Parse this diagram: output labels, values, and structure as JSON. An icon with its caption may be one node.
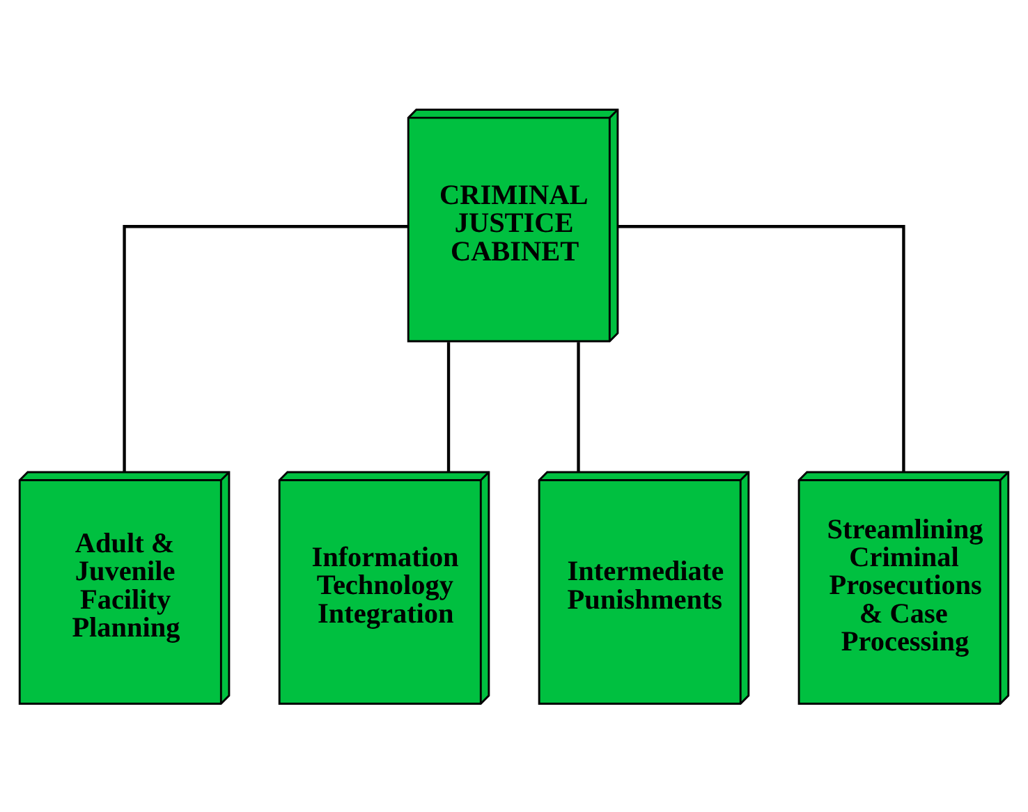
{
  "diagram": {
    "nodes": [
      {
        "text": [
          "CRIMINAL JUSTICE CABINET"
        ]
      },
      {
        "text": [
          "Adult & Juvenile Facility Planning"
        ]
      },
      {
        "text": [
          "Information Technology Integration"
        ]
      },
      {
        "text": [
          "Intermediate Punishments"
        ]
      },
      {
        "text": [
          "Streamlining Criminal Prosecutions & Case Processing"
        ]
      }
    ],
    "edges": [
      {
        "from": 0,
        "to": 1,
        "arrow": "none"
      },
      {
        "from": 0,
        "to": 2,
        "arrow": "none"
      },
      {
        "from": 0,
        "to": 3,
        "arrow": "none"
      },
      {
        "from": 0,
        "to": 4,
        "arrow": "none"
      }
    ]
  }
}
